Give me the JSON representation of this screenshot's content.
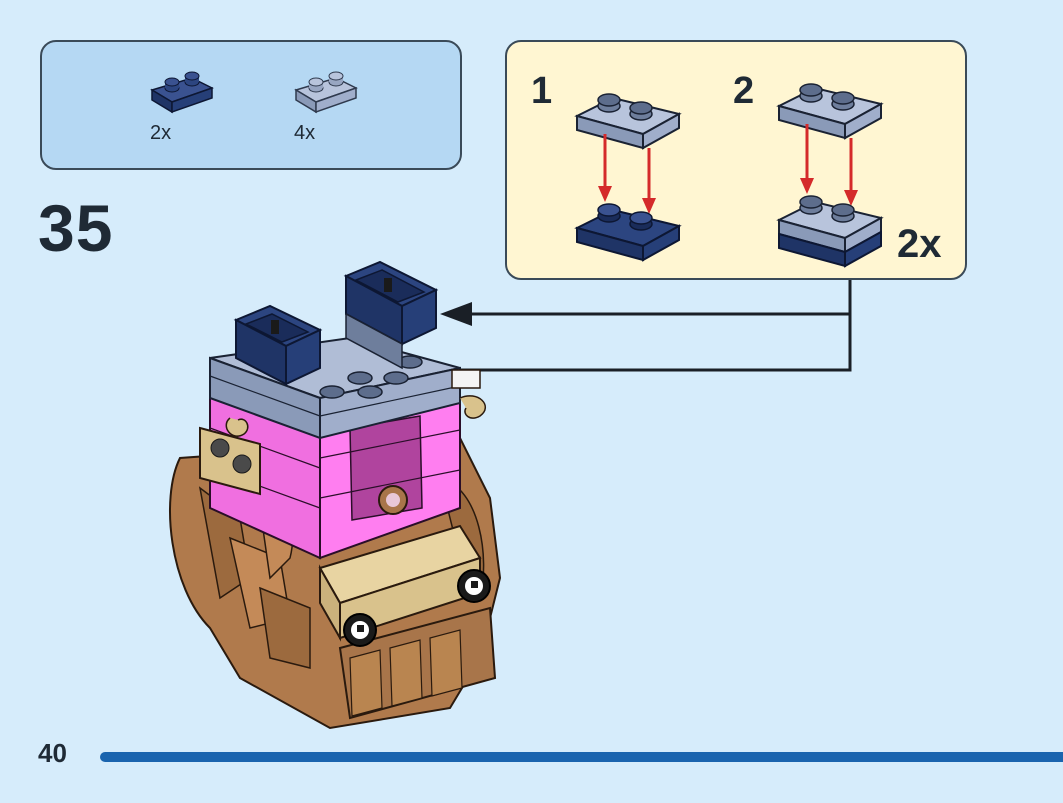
{
  "parts": [
    {
      "name": "plate-1x2-dark-blue",
      "qty": "2x",
      "color": "#1f3466"
    },
    {
      "name": "plate-1x2-sand-blue",
      "qty": "4x",
      "color": "#9aa8c4"
    }
  ],
  "step": {
    "number": "35"
  },
  "substeps": [
    {
      "number": "1"
    },
    {
      "number": "2"
    }
  ],
  "subassembly": {
    "multiplier": "2x"
  },
  "page": {
    "number": "40"
  },
  "colors": {
    "background": "#d6ecfb",
    "parts_box": "#b5d8f3",
    "subassembly_box": "#fff6d2",
    "dark_blue": "#1f3466",
    "sand_blue": "#8a9ab8",
    "pink": "#f06fe0",
    "tan": "#d9c28c",
    "brown": "#a8754a",
    "arrow_red": "#d42a2a",
    "page_bar": "#1a64ae"
  }
}
